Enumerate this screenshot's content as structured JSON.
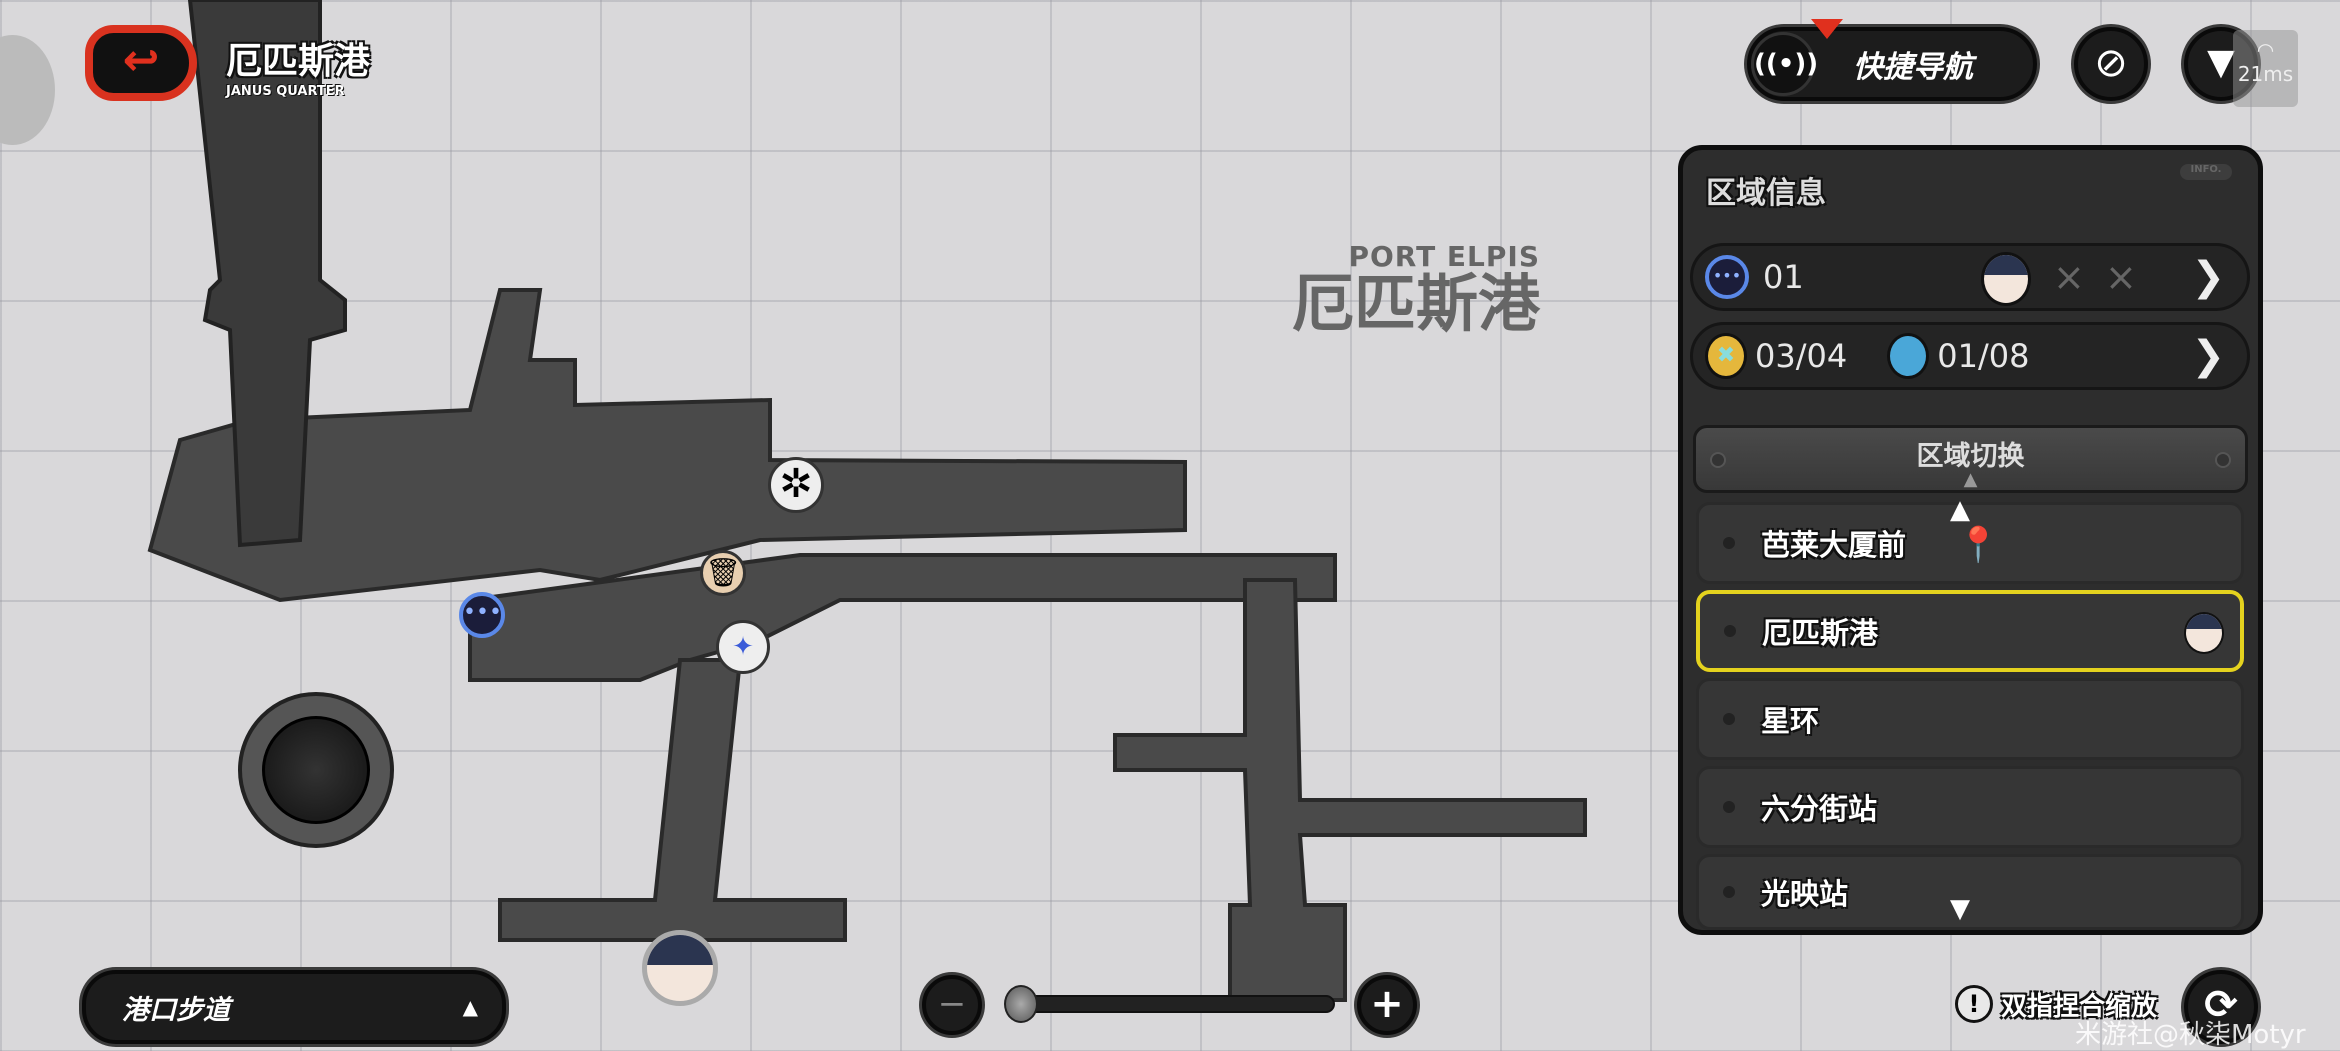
{
  "header": {
    "title": "厄匹斯港",
    "subtitle": "JANUS QUARTER"
  },
  "map": {
    "label_en": "PORT ELPIS",
    "label_cn": "厄匹斯港"
  },
  "top_bar": {
    "quick_nav_label": "快捷导航",
    "ping": "21ms"
  },
  "panel": {
    "title": "区域信息",
    "info_tag": "INFO.",
    "row1": {
      "count": "01",
      "x1": "×",
      "x2": "×"
    },
    "row2": {
      "count_a": "03/04",
      "count_b": "01/08"
    },
    "switch_title": "区域切换",
    "areas": [
      {
        "label": "芭莱大厦前"
      },
      {
        "label": "厄匹斯港",
        "selected": true
      },
      {
        "label": "星环"
      },
      {
        "label": "六分街站"
      },
      {
        "label": "光映站"
      }
    ]
  },
  "bottom": {
    "sub_area": "港口步道",
    "zoom_level": 0.0,
    "hint": "双指捏合缩放",
    "watermark": "米游社@秋柒Motyr"
  },
  "colors": {
    "accent_red": "#e0301e",
    "selected_yellow": "#e4d21e",
    "panel_bg": "#2a2a2a"
  }
}
